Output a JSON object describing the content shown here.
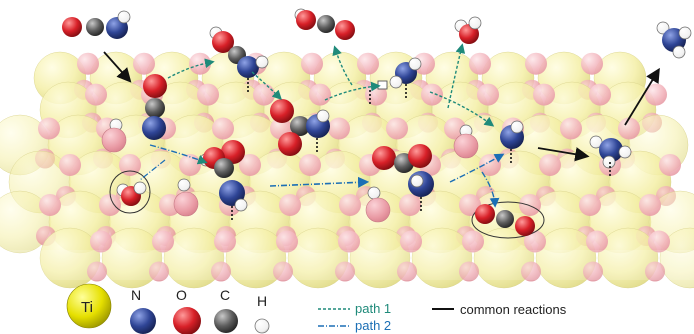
{
  "legend": {
    "ti_label": "Ti",
    "n_label": "N",
    "o_label": "O",
    "c_label": "C",
    "h_label": "H",
    "path1_label": "path 1",
    "path2_label": "path 2",
    "common_label": "common reactions"
  },
  "colors": {
    "ti": "#f3ef9a",
    "ti_dark": "#e0da6a",
    "o_surface": "#f3b8bf",
    "n": "#2b3f8f",
    "o": "#d8202a",
    "c": "#5a5a5a",
    "h": "#ffffff",
    "path1": "#1f8a7a",
    "path2": "#1c6fb5",
    "common": "#111111"
  }
}
